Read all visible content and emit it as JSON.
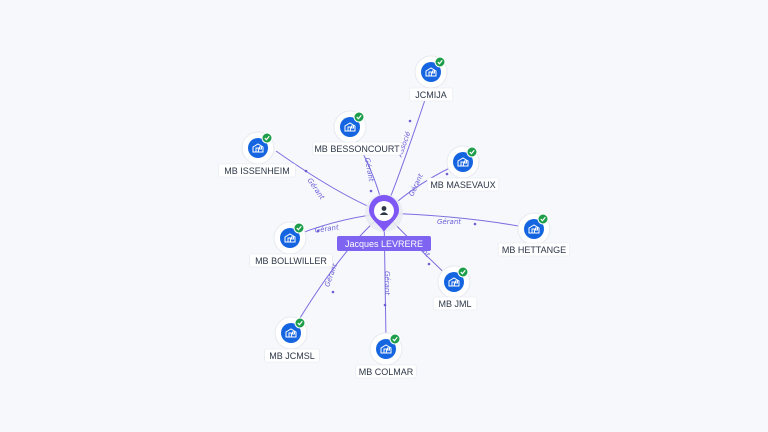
{
  "center": {
    "name": "Jacques LEVRERE",
    "icon": "person-icon",
    "pin_color": "#7e57f5"
  },
  "companies": [
    {
      "id": "jcmija",
      "name": "JCMIJA",
      "relation": "Associé",
      "icon": "building-icon",
      "badge": "verified-check-icon"
    },
    {
      "id": "besson",
      "name": "MB BESSONCOURT",
      "relation": "Gérant",
      "icon": "building-icon",
      "badge": "verified-check-icon"
    },
    {
      "id": "issen",
      "name": "MB ISSENHEIM",
      "relation": "Gérant",
      "icon": "building-icon",
      "badge": "verified-check-icon"
    },
    {
      "id": "masev",
      "name": "MB MASEVAUX",
      "relation": "Gérant",
      "icon": "building-icon",
      "badge": "verified-check-icon"
    },
    {
      "id": "hett",
      "name": "MB HETTANGE",
      "relation": "Gérant",
      "icon": "building-icon",
      "badge": "verified-check-icon"
    },
    {
      "id": "boll",
      "name": "MB BOLLWILLER",
      "relation": "Gérant",
      "icon": "building-icon",
      "badge": "verified-check-icon"
    },
    {
      "id": "jml",
      "name": "MB JML",
      "relation": "Gérant",
      "icon": "building-icon",
      "badge": "verified-check-icon"
    },
    {
      "id": "jcmsl",
      "name": "MB JCMSL",
      "relation": "Gérant",
      "icon": "building-icon",
      "badge": "verified-check-icon"
    },
    {
      "id": "colmar",
      "name": "MB COLMAR",
      "relation": "Gérant",
      "icon": "building-icon",
      "badge": "verified-check-icon"
    }
  ],
  "colors": {
    "edge": "#7c6ee0",
    "company_icon": "#1565e0",
    "badge": "#1e9e4a",
    "center_label_bg": "#7e64f0"
  }
}
